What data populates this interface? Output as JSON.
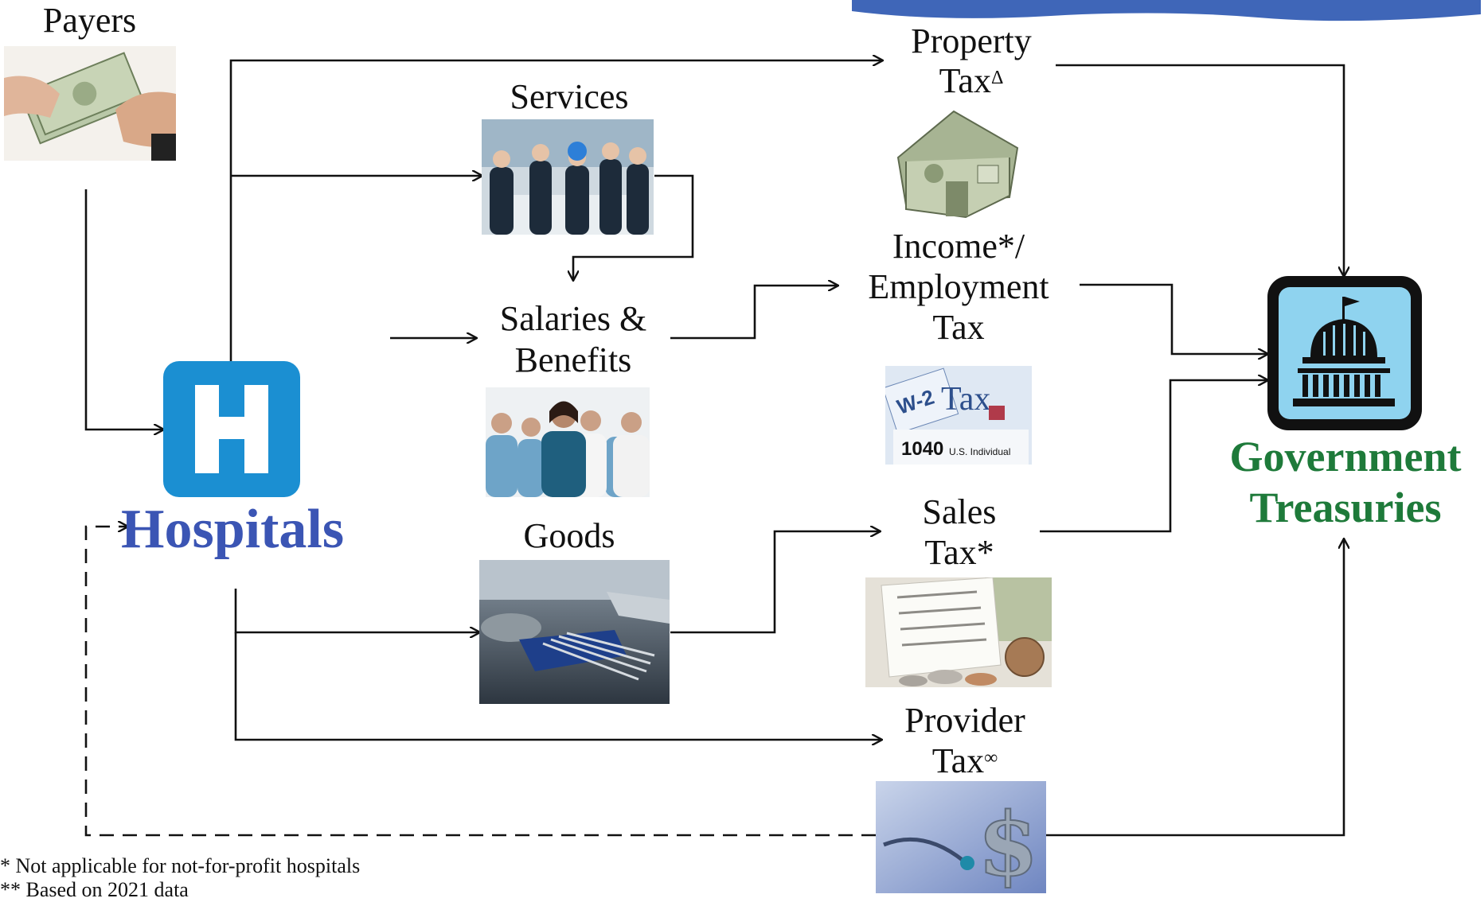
{
  "payers": {
    "label": "Payers",
    "image": "cash-in-hands-photo"
  },
  "hospitals": {
    "label": "Hospitals",
    "icon": "hospital-h-icon",
    "color": "#3b55b4",
    "icon_color": "#1b8fd2"
  },
  "services": {
    "label": "Services",
    "image": "workers-team-photo"
  },
  "salaries": {
    "line1": "Salaries &",
    "line2": "Benefits",
    "image": "medical-staff-photo"
  },
  "goods": {
    "label": "Goods",
    "image": "surgical-instruments-photo"
  },
  "property_tax": {
    "line1": "Property",
    "line2": "Tax",
    "mark": "Δ",
    "image": "money-house-photo"
  },
  "income_tax": {
    "line1": "Income*/",
    "line2": "Employment",
    "line3": "Tax",
    "image": "tax-forms-photo"
  },
  "sales_tax": {
    "line1": "Sales",
    "line2": "Tax*",
    "image": "receipt-coins-photo"
  },
  "provider_tax": {
    "line1": "Provider",
    "line2": "Tax",
    "mark": "∞",
    "image": "dollar-stethoscope-photo"
  },
  "government": {
    "line1": "Government",
    "line2": "Treasuries",
    "icon": "capitol-dome-icon",
    "color": "#1e7a3a",
    "icon_bg": "#8fd3ef"
  },
  "footnotes": [
    "* Not applicable for not-for-profit hospitals",
    "** Based on 2021 data"
  ],
  "colors": {
    "wave": "#3f66b8",
    "lines": "#111111"
  }
}
